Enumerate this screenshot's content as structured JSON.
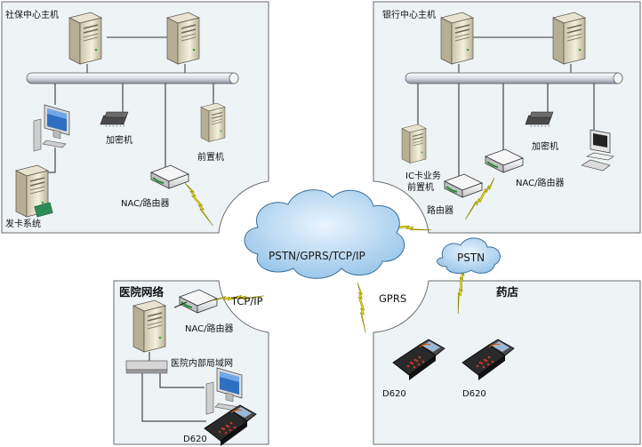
{
  "regions": {
    "social": {
      "title": "社保中心主机",
      "items": {
        "crypto": "加密机",
        "frontend": "前置机",
        "router": "NAC/路由器",
        "card_system": "发卡系统"
      }
    },
    "bank": {
      "title": "银行中心主机",
      "items": {
        "ic_frontend_line1": "IC卡业务",
        "ic_frontend_line2": "前置机",
        "router_left": "路由器",
        "router_right": "NAC/路由器",
        "crypto": "加密机"
      }
    },
    "hospital": {
      "title": "医院网络",
      "items": {
        "router": "NAC/路由器",
        "lan": "医院内部局域网",
        "terminal": "D620"
      }
    },
    "pharmacy": {
      "title": "药店",
      "items": {
        "terminal_left": "D620",
        "terminal_right": "D620"
      }
    }
  },
  "network": {
    "main_cloud": "PSTN/GPRS/TCP/IP",
    "pstn_cloud": "PSTN",
    "link_tcpip": "TCP/IP",
    "link_gprs": "GPRS"
  },
  "colors": {
    "panel_bg": "#eef3f6",
    "panel_border": "#6b6b6b",
    "cloud_fill": "#9cc6e8",
    "lightning": "#f2e500",
    "bus": "#d8dbe2"
  }
}
